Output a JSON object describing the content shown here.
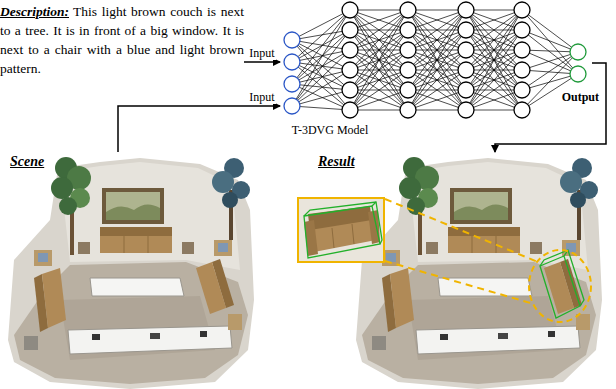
{
  "diagram": {
    "nodes": [
      {
        "text": [
          "Description:",
          "This light brown couch is next to a tree. It is in front of a big window. It is next to a chair with a blue and light brown pattern."
        ]
      },
      {
        "text": [
          "T-3DVG Model"
        ]
      },
      {
        "text": [
          "Scene"
        ]
      },
      {
        "text": [
          "Result"
        ]
      }
    ],
    "edges": [
      {
        "from": 0,
        "to": 1,
        "arrow": "to",
        "label": "Input"
      },
      {
        "from": 2,
        "to": 1,
        "arrow": "to",
        "label": "Input"
      },
      {
        "from": 1,
        "to": 3,
        "arrow": "to",
        "label": "Output"
      }
    ]
  }
}
